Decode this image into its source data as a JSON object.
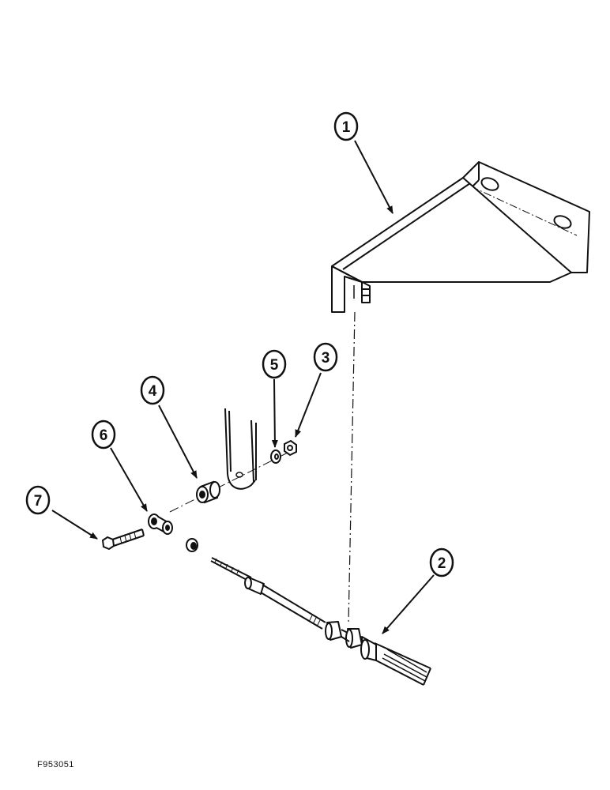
{
  "figure": {
    "code": "F953051",
    "ink_color": "#111111",
    "background_color": "#ffffff"
  },
  "callouts": [
    {
      "id": "c1",
      "label": "1"
    },
    {
      "id": "c2",
      "label": "2"
    },
    {
      "id": "c3",
      "label": "3"
    },
    {
      "id": "c4",
      "label": "4"
    },
    {
      "id": "c5",
      "label": "5"
    },
    {
      "id": "c6",
      "label": "6"
    },
    {
      "id": "c7",
      "label": "7"
    }
  ]
}
